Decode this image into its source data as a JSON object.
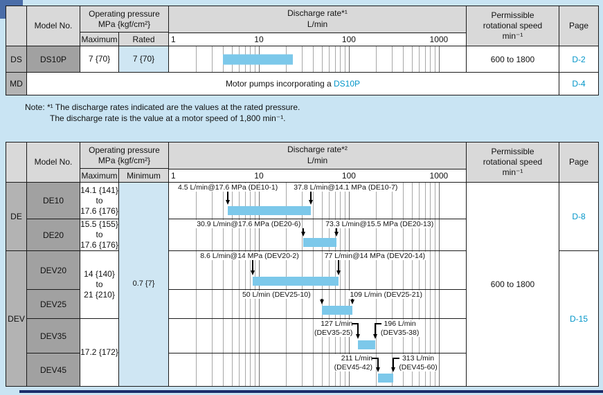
{
  "page": {
    "note_line1": "Note: *¹ The discharge rates indicated are the values at the rated pressure.",
    "note_line2": "The discharge rate is the value at a motor speed of 1,800 min⁻¹.",
    "colors": {
      "background": "#c9e4f3",
      "bar": "#7cc8ea",
      "link": "#0095c8",
      "header_gray": "#d9d9d9",
      "series_gray": "#b3b3b3",
      "model_gray": "#a1a1a1",
      "pressure_blue": "#cfe6f3",
      "corner_tab": "#4a6da8",
      "bottom_rule": "#1b2d6b"
    }
  },
  "axis": {
    "min": 1,
    "max": 2000,
    "ticks": [
      1,
      10,
      100,
      1000
    ]
  },
  "table1": {
    "header": {
      "model": "Model No.",
      "pressure_title": "Operating pressure",
      "pressure_unit": "MPa {kgf/cm²}",
      "col_max": "Maximum",
      "col2": "Rated",
      "discharge_title": "Discharge rate*¹",
      "discharge_unit": "L/min",
      "speed": [
        "Permissible",
        "rotational speed",
        "min⁻¹"
      ],
      "page": "Page"
    },
    "row_ds": {
      "series": "DS",
      "model": "DS10P",
      "max": "7 {70}",
      "rated": "7 {70}",
      "bar": {
        "from": 4,
        "to": 24
      },
      "speed": "600 to 1800",
      "page": "D-2"
    },
    "row_md": {
      "series": "MD",
      "text": "Motor pumps incorporating a ",
      "link": "DS10P",
      "page": "D-4"
    }
  },
  "table2": {
    "header": {
      "model": "Model No.",
      "pressure_title": "Operating pressure",
      "pressure_unit": "MPa {kgf/cm²}",
      "col_max": "Maximum",
      "col2": "Minimum",
      "discharge_title": "Discharge rate*²",
      "discharge_unit": "L/min",
      "speed": [
        "Permissible",
        "rotational speed",
        "min⁻¹"
      ],
      "page": "Page"
    },
    "series_de": "DE",
    "series_dev": "DEV",
    "min_pressure": "0.7 {7}",
    "speed": "600 to 1800",
    "page_de": "D-8",
    "page_dev": "D-15",
    "rows": [
      {
        "model": "DE10",
        "max": [
          "14.1 {141}",
          "to",
          "17.6 {176}"
        ],
        "bar": {
          "from": 4.5,
          "to": 37.8
        },
        "annotations": [
          {
            "text": "4.5 L/min@17.6 MPa (DE10-1)",
            "v": 4.5,
            "toff": -17
          },
          {
            "text": "37.8 L/min@14.1 MPa (DE10-7)",
            "v": 37.8,
            "toff": -6
          }
        ]
      },
      {
        "model": "DE20",
        "max": [
          "15.5 {155}",
          "to",
          "17.6 {176}"
        ],
        "bar": {
          "from": 30.9,
          "to": 73.3
        },
        "annotations": [
          {
            "text": "30.9 L/min@17.6 MPa (DE20-6)",
            "v": 30.9,
            "toff": -36
          },
          {
            "text": "73.3 L/min@15.5 MPa (DE20-13)",
            "v": 73.3,
            "toff": -4
          }
        ]
      },
      {
        "model": "DEV20",
        "max": [
          "14 {140}",
          "to",
          "21 {210}"
        ],
        "bar": {
          "from": 8.6,
          "to": 77
        },
        "annotations": [
          {
            "text": "8.6 L/min@14 MPa (DEV20-2)",
            "v": 8.6,
            "toff": -18
          },
          {
            "text": "77 L/min@14 MPa (DEV20-14)",
            "v": 77,
            "toff": -5
          }
        ]
      },
      {
        "model": "DEV25",
        "bar": {
          "from": 50,
          "to": 109
        },
        "annotations": [
          {
            "text": "50 L/min (DEV25-10)",
            "v": 50,
            "toff": -27
          },
          {
            "text": "109 L/min (DEV25-21)",
            "v": 109,
            "toff": -1
          }
        ]
      },
      {
        "model": "DEV35",
        "max": [
          "17.2 {172}"
        ],
        "bar": {
          "from": 127,
          "to": 196
        },
        "annotations": [
          {
            "lines": [
              "127 L/min",
              "(DEV35-25)"
            ],
            "v": 127,
            "mode": "corner-left"
          },
          {
            "lines": [
              "196 L/min",
              "(DEV35-38)"
            ],
            "v": 196,
            "mode": "corner-right"
          }
        ]
      },
      {
        "model": "DEV45",
        "bar": {
          "from": 211,
          "to": 313
        },
        "annotations": [
          {
            "lines": [
              "211 L/min",
              "(DEV45-42)"
            ],
            "v": 211,
            "mode": "corner-left"
          },
          {
            "lines": [
              "313 L/min",
              "(DEV45-60)"
            ],
            "v": 313,
            "mode": "corner-right"
          }
        ]
      }
    ]
  }
}
